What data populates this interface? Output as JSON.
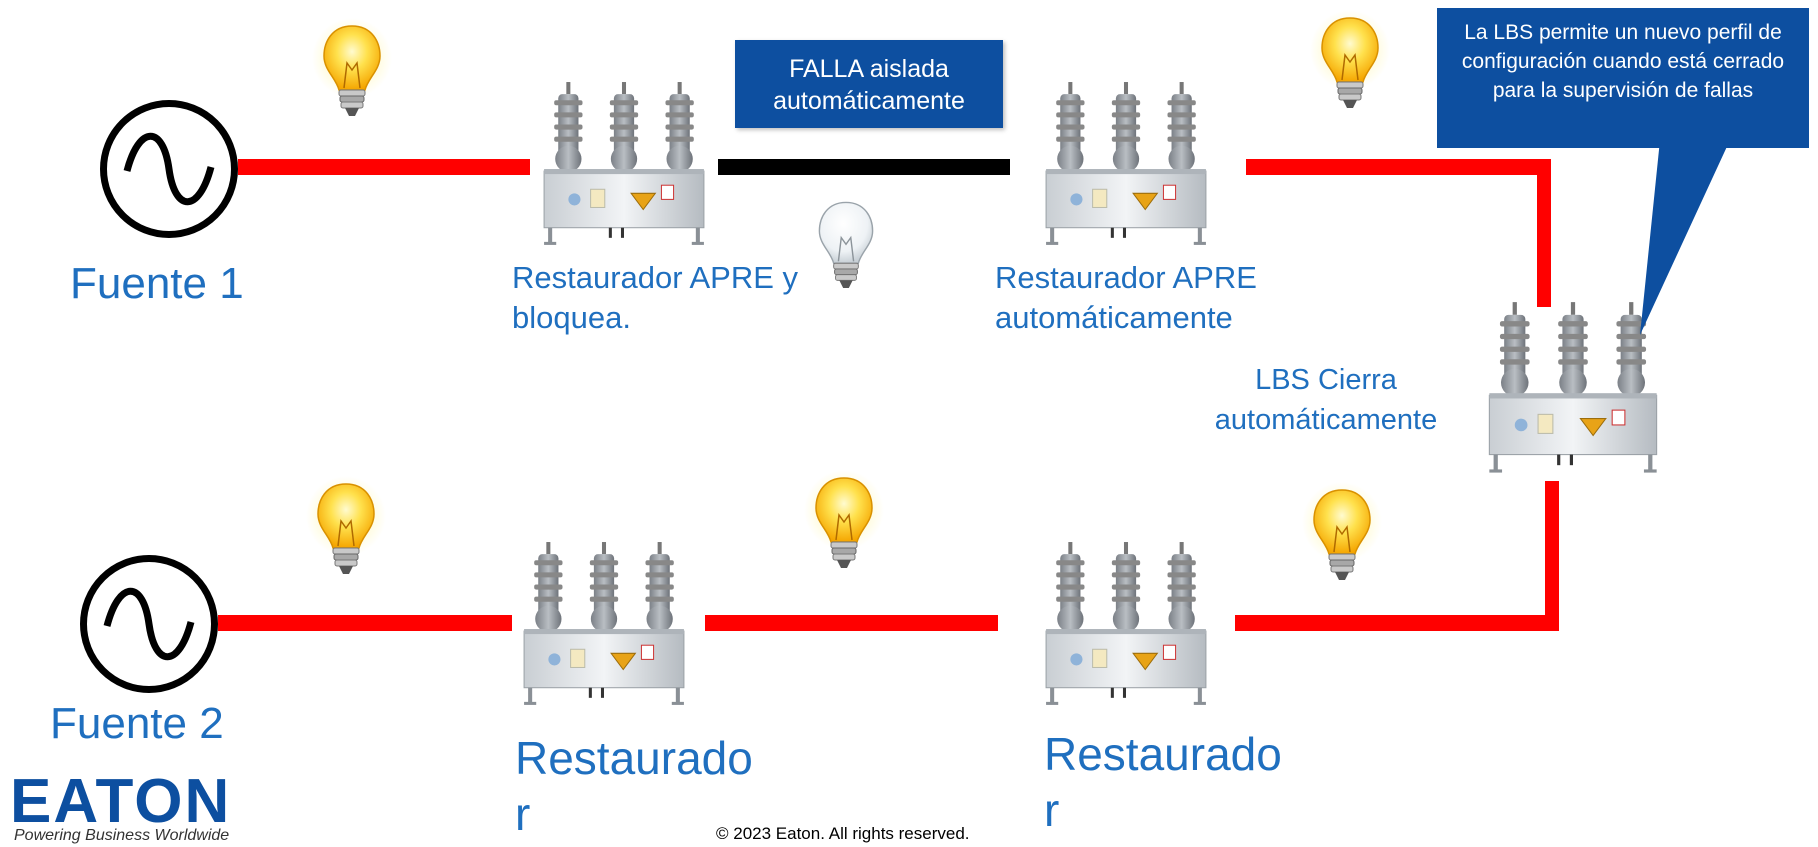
{
  "sources": {
    "source_1_label": "Fuente 1",
    "source_2_label": "Fuente 2"
  },
  "fault_box": {
    "line1": "FALLA aislada",
    "line2": "automáticamente"
  },
  "callout": {
    "text": "La LBS permite un nuevo perfil de configuración cuando está cerrado para la supervisión de fallas"
  },
  "labels": {
    "recloser_1_line1": "Restaurador APRE y",
    "recloser_1_line2": "bloquea.",
    "recloser_2_line1": "Restaurador APRE",
    "recloser_2_line2": "automáticamente",
    "lbs_line1": "LBS Cierra",
    "lbs_line2": "automáticamente",
    "recloser_3_line1": "Restaurado",
    "recloser_3_line2": "r",
    "recloser_4_line1": "Restaurado",
    "recloser_4_line2": "r"
  },
  "footer": {
    "copyright": "© 2023 Eaton. All rights reserved.",
    "brand": "EATON",
    "tagline": "Powering Business Worldwide"
  },
  "colors": {
    "energized_line": "#ff0000",
    "dead_line": "#000000",
    "label_blue": "#1f6fbf",
    "box_blue": "#0d4fa0"
  }
}
